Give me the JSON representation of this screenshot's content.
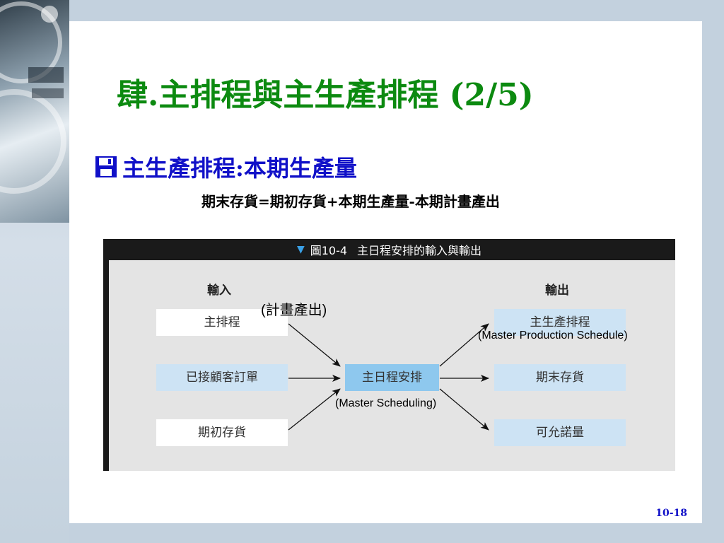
{
  "slide": {
    "title": "肆.主排程與主生產排程 (2/5)",
    "bullet_text": "主生產排程:本期生產量",
    "formula": "期末存貨=期初存貨+本期生產量-本期計畫產出",
    "page_number": "10-18"
  },
  "figure": {
    "caption_number": "圖10-4",
    "caption_title": "主日程安排的輸入與輸出",
    "input_heading": "輸入",
    "output_heading": "輸出",
    "inputs": [
      "主排程",
      "已接顧客訂單",
      "期初存貨"
    ],
    "center": "主日程安排",
    "outputs": [
      "主生產排程",
      "期末存貨",
      "可允諾量"
    ]
  },
  "annotations": {
    "planned_output": "(計畫產出)",
    "mps_english": "(Master Production Schedule)",
    "ms_english": "(Master Scheduling)"
  },
  "colors": {
    "title": "#0c8a10",
    "bullet": "#1010c8",
    "center_box": "#8ec8ee",
    "output_box": "#cde3f4"
  }
}
